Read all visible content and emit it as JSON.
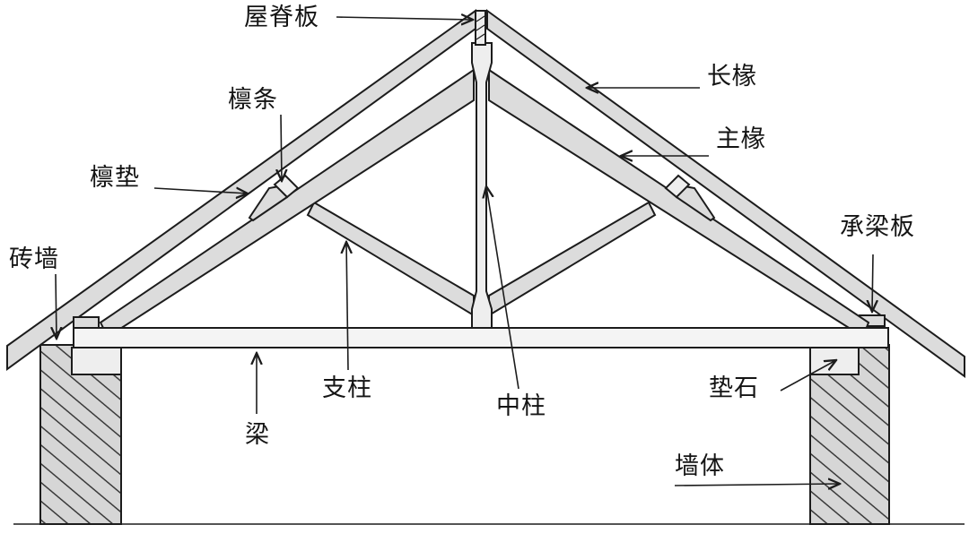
{
  "labels": {
    "ridge_board": "屋脊板",
    "long_rafter": "长椽",
    "main_rafter": "主椽",
    "purlin": "檩条",
    "purlin_pad": "檩垫",
    "brick_wall": "砖墙",
    "bearing_plate": "承梁板",
    "brace": "支柱",
    "king_post": "中柱",
    "beam": "梁",
    "pad_stone": "垫石",
    "wall_body": "墙体"
  },
  "colors": {
    "line": "#1c1c1c",
    "fill": "#dcdcdc",
    "light_fill": "#eeeeee",
    "hatch": "#3a3a3a",
    "background": "#ffffff"
  }
}
